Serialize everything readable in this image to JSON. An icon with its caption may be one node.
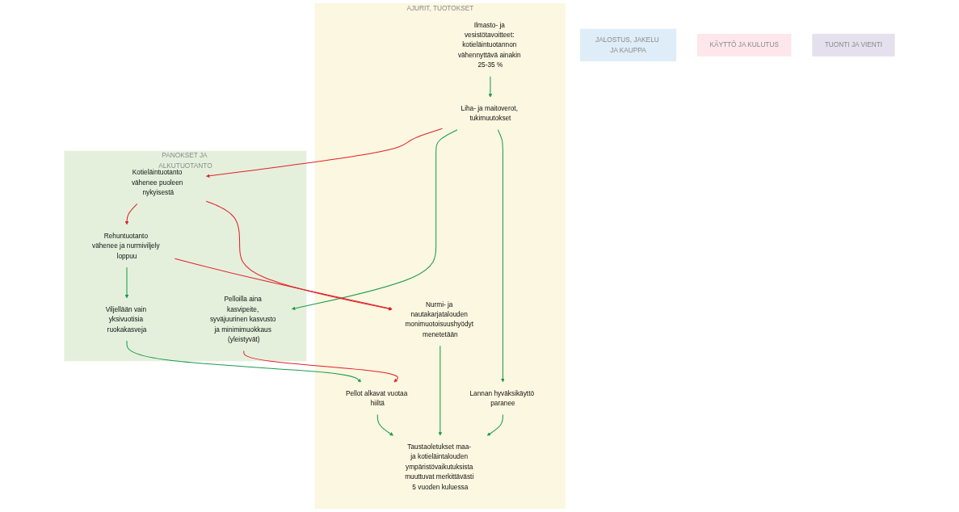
{
  "diagram": {
    "nodes": [
      {
        "text": [
          "AJURIT, TUOTOKSET"
        ]
      },
      {
        "text": [
          "Ilmasto- ja vesistötavoitteet: kotieläintuotannon vähennyttävä ainakin 25-35 %"
        ],
        "in": 0
      },
      {
        "text": [
          "Liha- ja maitoverot, tukimuutokset"
        ],
        "in": 0
      },
      {
        "text": [
          "Pellot alkavat vuotaa hiiltä"
        ],
        "in": 0
      },
      {
        "text": [
          "Nurmi- ja nautakarjatalouden monimuotoisuushyödyt menetetään"
        ],
        "in": 0
      },
      {
        "text": [
          "Lannan hyväksikäyttö paranee"
        ],
        "in": 0
      },
      {
        "text": [
          "Taustaoletukset maa- ja kotieläintalouden ympäristövaikutuksista muuttuvat merkittävästi 5 vuoden kuluessa"
        ],
        "in": 0
      },
      {
        "text": [
          "PANOKSET JA ALKUTUOTANTO"
        ]
      },
      {
        "text": [
          "Kotieläintuotanto vähenee puoleen nykyisestä"
        ],
        "in": 7
      },
      {
        "text": [
          "Rehuntuotanto vähenee ja nurmiviljely loppuu"
        ],
        "in": 7
      },
      {
        "text": [
          "Viljellään vain yksivuotisia ruokakasveja"
        ],
        "in": 7
      },
      {
        "text": [
          "Pelloilla aina kasvipeite, syväjuurinen kasvusto ja minimimuokkaus (yleistyvät)"
        ],
        "in": 7
      },
      {
        "text": [
          "JALOSTUS, JAKELU JA KAUPPA"
        ]
      },
      {
        "text": [
          "KÄYTTÖ JA KULUTUS"
        ]
      },
      {
        "text": [
          "TUONTI JA VIENTI"
        ]
      }
    ],
    "edges": [
      {
        "from": 1,
        "to": 2,
        "arrow": "to"
      },
      {
        "from": 2,
        "to": 5,
        "arrow": "to"
      },
      {
        "from": 3,
        "to": 6,
        "arrow": "to"
      },
      {
        "from": 4,
        "to": 6,
        "arrow": "to"
      },
      {
        "from": 5,
        "to": 6,
        "arrow": "to"
      },
      {
        "from": 2,
        "to": 8,
        "arrow": "to",
        "color": "#e3202a"
      },
      {
        "from": 2,
        "to": 11,
        "arrow": "to"
      },
      {
        "from": 8,
        "to": 9,
        "arrow": "to",
        "color": "#e3202a"
      },
      {
        "from": 8,
        "to": 4,
        "arrow": "to",
        "color": "#e3202a"
      },
      {
        "from": 9,
        "to": 4,
        "arrow": "to",
        "color": "#e3202a"
      },
      {
        "from": 9,
        "to": 10,
        "arrow": "to"
      },
      {
        "from": 10,
        "to": 3,
        "arrow": "to"
      },
      {
        "from": 11,
        "to": 3,
        "arrow": "to",
        "color": "#e3202a"
      }
    ]
  }
}
